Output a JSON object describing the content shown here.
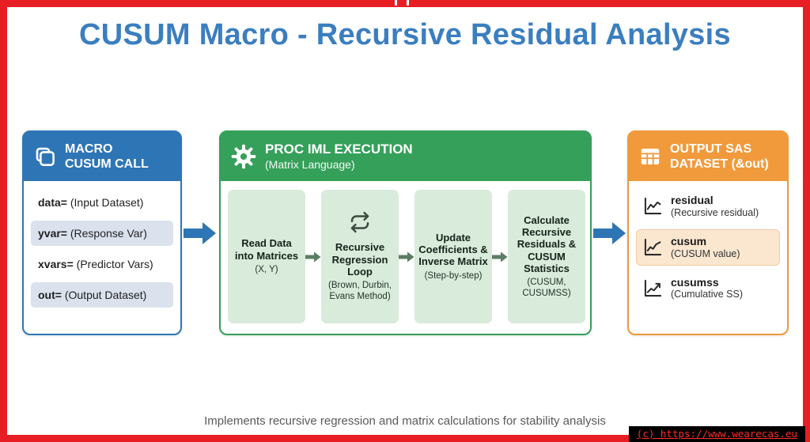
{
  "title": "CUSUM Macro - Recursive Residual Analysis",
  "caption": "Implements recursive regression and matrix calculations for stability analysis",
  "watermark": "(c) https://www.wearecas.eu",
  "colors": {
    "frame_red": "#e81e25",
    "title_blue": "#3b7ec0",
    "macro_blue": "#2e75b6",
    "iml_green": "#35a05a",
    "step_fill_green": "#d9ebda",
    "output_orange": "#f09a3c",
    "highlight_orange": "#fbe6d0",
    "row_alt_blue": "#dbe2ee"
  },
  "macro_panel": {
    "header_line1": "MACRO",
    "header_line2": "CUSUM CALL",
    "rows": [
      {
        "key": "data=",
        "desc": "(Input Dataset)"
      },
      {
        "key": "yvar=",
        "desc": "(Response Var)"
      },
      {
        "key": "xvars=",
        "desc": "(Predictor Vars)"
      },
      {
        "key": "out=",
        "desc": "(Output Dataset)"
      }
    ]
  },
  "iml_panel": {
    "header_line1": "PROC IML EXECUTION",
    "header_line2": "(Matrix Language)",
    "steps": [
      {
        "title": "Read Data into Matrices",
        "sub": "(X, Y)"
      },
      {
        "title": "Recursive Regression Loop",
        "sub": "(Brown, Durbin, Evans Method)"
      },
      {
        "title": "Update Coefficients & Inverse Matrix",
        "sub": "(Step-by-step)"
      },
      {
        "title": "Calculate Recursive Residuals & CUSUM Statistics",
        "sub": "(CUSUM, CUSUMSS)"
      }
    ]
  },
  "output_panel": {
    "header_line1": "OUTPUT SAS",
    "header_line2": "DATASET (&out)",
    "rows": [
      {
        "name": "residual",
        "desc": "(Recursive residual)"
      },
      {
        "name": "cusum",
        "desc": "(CUSUM value)"
      },
      {
        "name": "cusumss",
        "desc": "(Cumulative SS)"
      }
    ]
  }
}
